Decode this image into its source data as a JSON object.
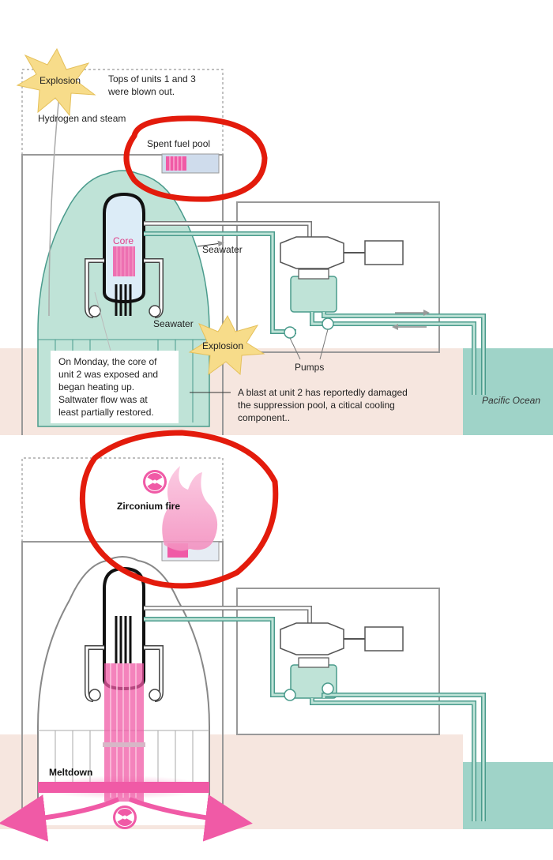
{
  "top_panel": {
    "explosion_top": "Explosion",
    "tops_blown_line1": "Tops of units 1 and 3",
    "tops_blown_line2": "were blown out.",
    "hydrogen_steam": "Hydrogen and steam",
    "spent_fuel_pool": "Spent fuel pool",
    "core": "Core",
    "seawater_upper": "Seawater",
    "seawater_lower": "Seawater",
    "explosion_mid": "Explosion",
    "pumps": "Pumps",
    "pacific_ocean": "Pacific Ocean",
    "note_lines": [
      "On Monday, the core of",
      "unit 2 was exposed and",
      "began heating up.",
      "Saltwater flow was at",
      "least partially restored."
    ],
    "blast_lines": [
      "A blast at unit 2 has reportedly damaged",
      "the suppression pool, a citical cooling",
      "component.."
    ]
  },
  "bottom_panel": {
    "zirconium_fire": "Zirconium fire",
    "meltdown": "Meltdown"
  },
  "colors": {
    "containment_fill": "#bfe3d7",
    "ground_fill": "#f6e6df",
    "ocean_fill": "#9fd3c8",
    "pipe_stroke": "#4a9b8c",
    "core_pink": "#f05aa6",
    "annotation_red": "#e31b0c",
    "explosion_fill": "#f7dc8a",
    "pool_blue": "#cfdcec"
  },
  "icons": [
    "explosion-star-icon",
    "radiation-icon",
    "flame-icon",
    "arrow-icon"
  ]
}
